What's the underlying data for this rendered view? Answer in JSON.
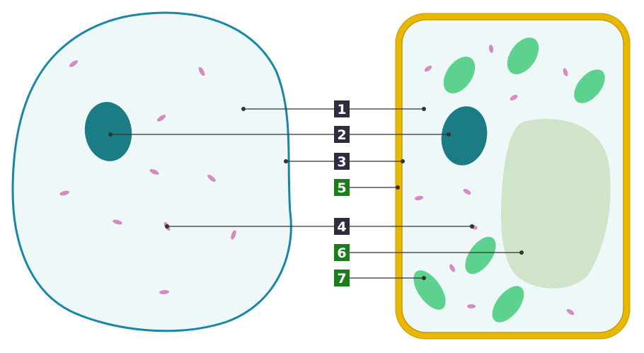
{
  "labels": {
    "l1": "1",
    "l2": "2",
    "l3": "3",
    "l4": "4",
    "l5": "5",
    "l6": "6",
    "l7": "7"
  },
  "colors": {
    "shared_label_bg": "#2f2e41",
    "plant_only_label_bg": "#1b7d1b",
    "animal_membrane": "#1a86a6",
    "cell_fill": "#eef8f9",
    "nucleus": "#1c7c86",
    "mitochondria": "#d789c4",
    "chloroplast": "#5cd28e",
    "vacuole": "#cfe4c8",
    "cell_wall": "#e8b800",
    "leader_line": "#333333"
  }
}
